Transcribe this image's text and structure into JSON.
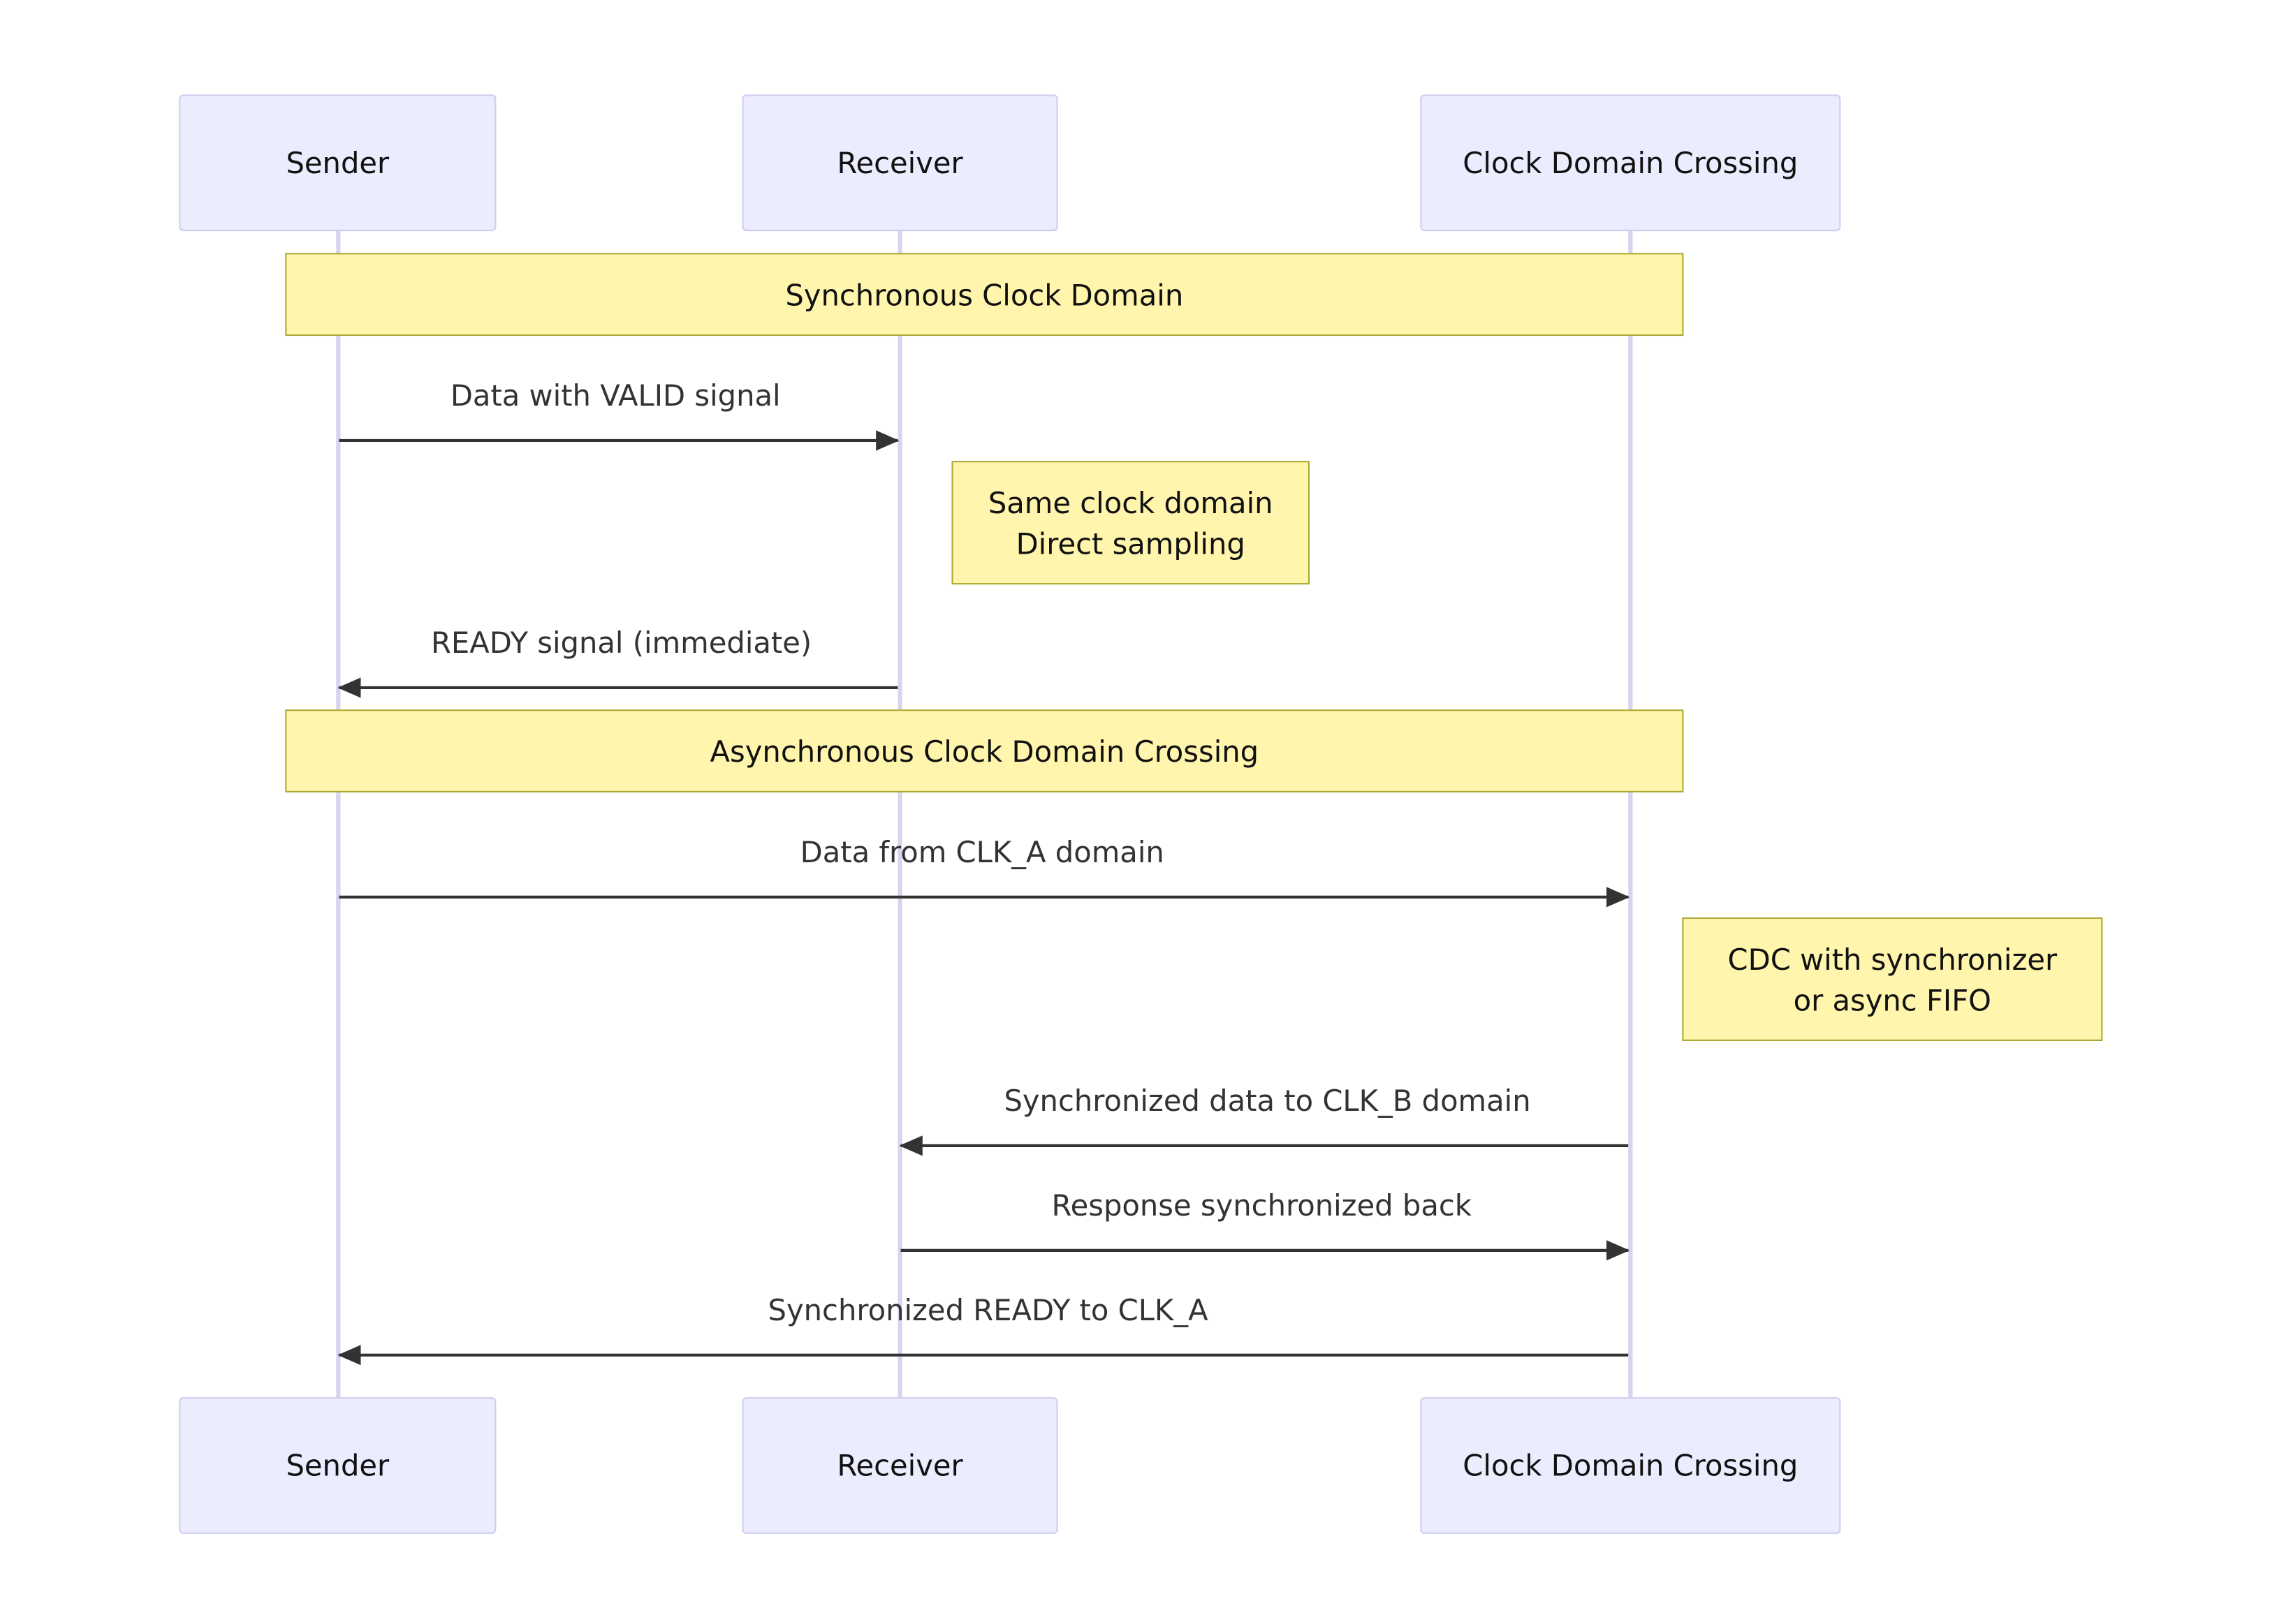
{
  "participants": [
    {
      "label": "Sender"
    },
    {
      "label": "Receiver"
    },
    {
      "label": "Clock Domain Crossing"
    }
  ],
  "sections": [
    {
      "label": "Synchronous Clock Domain"
    },
    {
      "label": "Asynchronous Clock Domain Crossing"
    }
  ],
  "messages": [
    {
      "label": "Data with VALID signal",
      "from": "Sender",
      "to": "Receiver"
    },
    {
      "label": "READY signal (immediate)",
      "from": "Receiver",
      "to": "Sender"
    },
    {
      "label": "Data from CLK_A domain",
      "from": "Sender",
      "to": "Clock Domain Crossing"
    },
    {
      "label": "Synchronized data to CLK_B domain",
      "from": "Clock Domain Crossing",
      "to": "Receiver"
    },
    {
      "label": "Response synchronized back",
      "from": "Receiver",
      "to": "Clock Domain Crossing"
    },
    {
      "label": "Synchronized READY to CLK_A",
      "from": "Clock Domain Crossing",
      "to": "Sender"
    }
  ],
  "notes": [
    {
      "line1": "Same clock domain",
      "line2": "Direct sampling"
    },
    {
      "line1": "CDC with synchronizer",
      "line2": "or async FIFO"
    }
  ],
  "colors": {
    "actor_fill": "#ececff",
    "actor_border": "#cfccf0",
    "note_fill": "#fff5ad",
    "note_border": "#aaaa33",
    "arrow": "#333333"
  }
}
